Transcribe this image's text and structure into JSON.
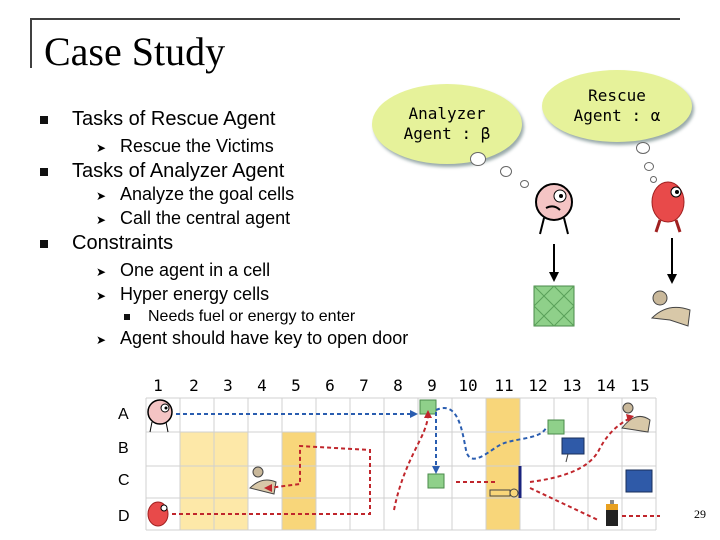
{
  "title": "Case Study",
  "bullets": {
    "rescue_heading": "Tasks of Rescue Agent",
    "rescue_item": "Rescue the Victims",
    "analyzer_heading": "Tasks of Analyzer Agent",
    "analyzer_items": [
      "Analyze the goal cells",
      "Call the central agent"
    ],
    "constraints_heading": "Constraints",
    "constraint_items": [
      "One agent in a cell",
      "Hyper energy cells"
    ],
    "sub_item": "Needs fuel or energy to enter",
    "key_item": "Agent should have key to open door"
  },
  "bubbles": {
    "analyzer": "Analyzer Agent : β",
    "rescue": "Rescue Agent : α"
  },
  "grid": {
    "columns": [
      "1",
      "2",
      "3",
      "4",
      "5",
      "6",
      "7",
      "8",
      "9",
      "10",
      "11",
      "12",
      "13",
      "14",
      "15"
    ],
    "rows": [
      "A",
      "B",
      "C",
      "D"
    ]
  },
  "page_number": "29",
  "colors": {
    "bubble": "#e6f29a",
    "energy_cell": "#f8d67a",
    "path_blue": "#2a5db0",
    "path_red": "#c0262c",
    "door": "#1a237e"
  }
}
